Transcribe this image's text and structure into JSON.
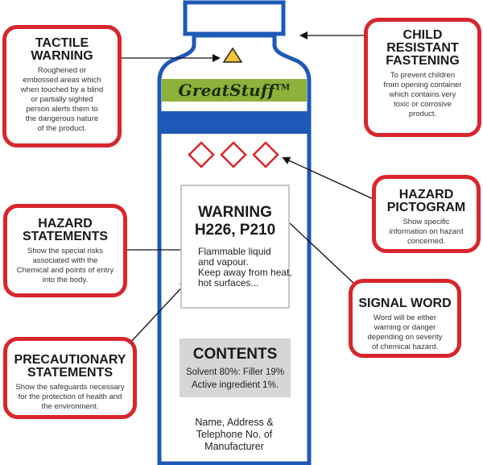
{
  "brand": {
    "name": "GreatStuff",
    "mark": "TM"
  },
  "warning_panel": {
    "signal_word": "WARNING",
    "codes": "H226, P210",
    "lines": [
      "Flammable liquid",
      "and vapour.",
      "Keep away from heat,",
      "hot surfaces..."
    ]
  },
  "contents_panel": {
    "title": "CONTENTS",
    "line1": "Solvent 80%:  Filler 19%",
    "line2": "Active ingredient 1%."
  },
  "manufacturer": {
    "lines": [
      "Name, Address &",
      "Telephone No. of",
      "Manufacturer"
    ]
  },
  "callouts": {
    "tactile": {
      "title": [
        "TACTILE",
        "WARNING"
      ],
      "desc": [
        "Roughened or",
        "embossed areas which",
        "when touched by a blind",
        "or partially sighted",
        "person alerts them to",
        "the dangerous nature",
        "of the product."
      ]
    },
    "child": {
      "title": [
        "CHILD",
        "RESISTANT",
        "FASTENING"
      ],
      "desc": [
        "To prevent children",
        "from opening container",
        "which contains very",
        "toxic or corrosive",
        "product."
      ]
    },
    "hazard_statements": {
      "title": [
        "HAZARD",
        "STATEMENTS"
      ],
      "desc": [
        "Show the special risks",
        "associated with the",
        "Chemical and points of entry",
        "into the body."
      ]
    },
    "hazard_pictogram": {
      "title": [
        "HAZARD",
        "PICTOGRAM"
      ],
      "desc": [
        "Show specific",
        "information on hazard",
        "concerned."
      ]
    },
    "signal_word": {
      "title": [
        "SIGNAL WORD"
      ],
      "desc": [
        "Word will be either",
        "warning or danger",
        "depending on severity",
        "of chemical hazard."
      ]
    },
    "precautionary": {
      "title": [
        "PRECAUTIONARY",
        "STATEMENTS"
      ],
      "desc": [
        "Show the safeguards necessary",
        "for the protection of health and",
        "the environment."
      ]
    }
  },
  "colors": {
    "bottle_outline": "#1f59b8",
    "callout_border": "#d8262c",
    "brand_band": "#8db13a",
    "tactile_triangle": "#f2c436",
    "pictogram_red": "#d8262c"
  }
}
